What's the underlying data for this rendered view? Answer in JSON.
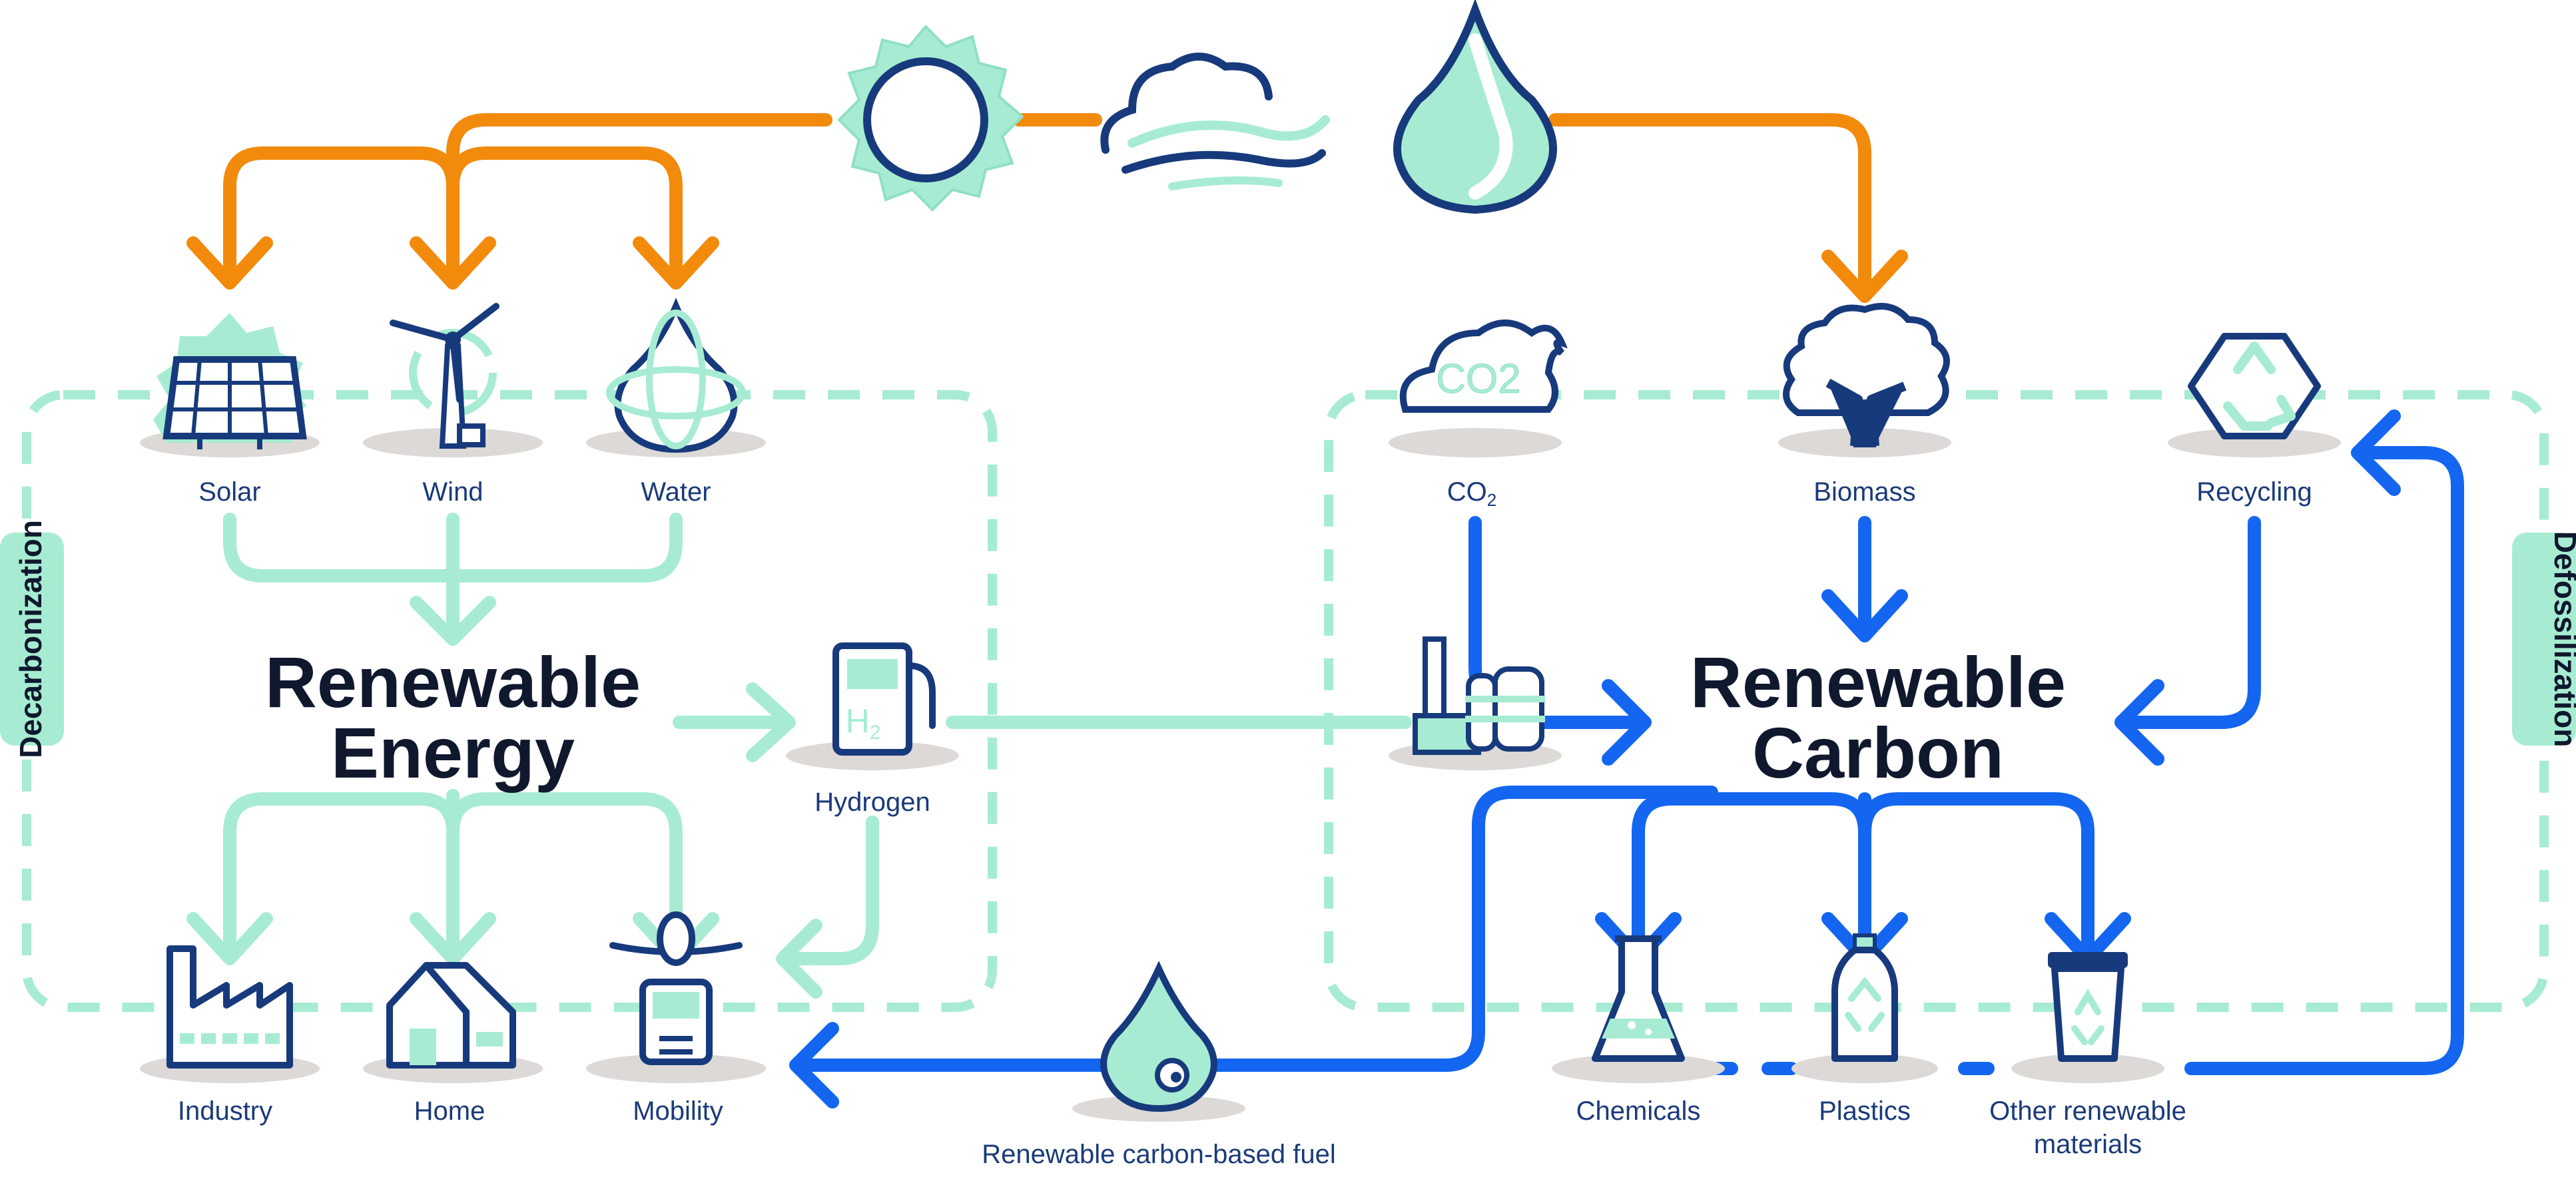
{
  "colors": {
    "navy": "#173a7c",
    "mint": "#a7ecd2",
    "mint_dark": "#8fe0c2",
    "orange": "#f28a0c",
    "blue": "#1466f0",
    "shadow": "#dcd9d6"
  },
  "sources": {
    "solar": "Solar",
    "wind": "Wind",
    "water": "Water",
    "co2": "CO",
    "co2_sub": "2",
    "biomass": "Biomass",
    "recycling": "Recycling"
  },
  "hubs": {
    "energy_line1": "Renewable",
    "energy_line2": "Energy",
    "carbon_line1": "Renewable",
    "carbon_line2": "Carbon",
    "hydrogen": "Hydrogen",
    "h2_glyph": "H",
    "h2_sub": "2",
    "co2_glyph": "CO2"
  },
  "outputs": {
    "industry": "Industry",
    "home": "Home",
    "mobility": "Mobility",
    "fuel": "Renewable carbon-based fuel",
    "chemicals": "Chemicals",
    "plastics": "Plastics",
    "other_line1": "Other renewable",
    "other_line2": "materials"
  },
  "side_labels": {
    "left": "Decarbonization",
    "right": "Defossilization"
  },
  "icons": [
    "sun-icon",
    "wind-cloud-icon",
    "water-drop-icon",
    "solar-panel-icon",
    "wind-turbine-icon",
    "water-globe-icon",
    "co2-cloud-icon",
    "tree-icon",
    "recycling-icon",
    "hydrogen-pump-icon",
    "factory-icon",
    "industry-icon",
    "home-icon",
    "mobility-icon",
    "fuel-drop-icon",
    "flask-icon",
    "bottle-icon",
    "bin-icon"
  ]
}
